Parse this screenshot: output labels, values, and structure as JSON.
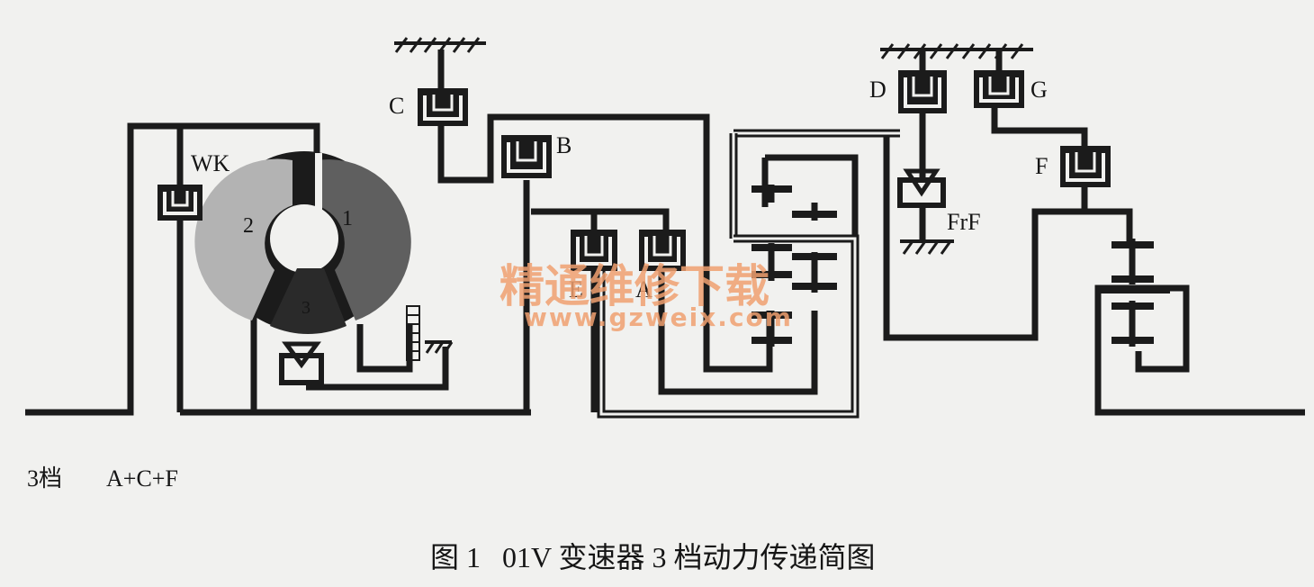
{
  "labels": {
    "C": "C",
    "B": "B",
    "WK": "WK",
    "D": "D",
    "G": "G",
    "F": "F",
    "FrF": "FrF",
    "E": "E",
    "A": "A",
    "tc_1": "1",
    "tc_2": "2",
    "tc_3": "3"
  },
  "gear_note": {
    "gear": "3档",
    "elements": "A+C+F"
  },
  "caption": "图 1   01V 变速器 3 档动力传递简图",
  "watermark": {
    "cn": "精通维修下载",
    "url": "www.gzweix.com"
  },
  "colors": {
    "line": "#1b1b1b",
    "paper": "#f1f1ef",
    "pump": "#5f5f5f",
    "turbine": "#b3b3b3",
    "stator": "#2a2a2a",
    "watermark": "#f0a070"
  }
}
